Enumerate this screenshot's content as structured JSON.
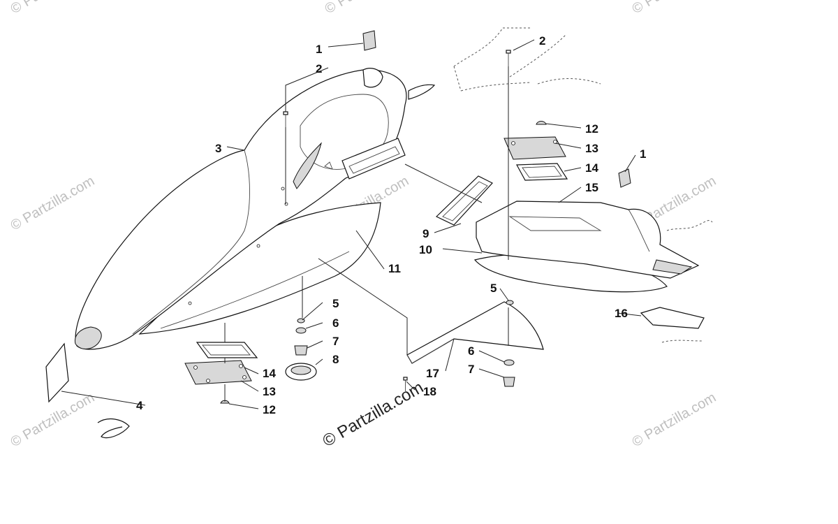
{
  "watermark": {
    "text": "© Partzilla.com",
    "center_text": "© Partzilla.com"
  },
  "callouts": {
    "c1a": "1",
    "c2a": "2",
    "c3": "3",
    "c4": "4",
    "c5a": "5",
    "c6a": "6",
    "c7a": "7",
    "c8": "8",
    "c9": "9",
    "c10": "10",
    "c11": "11",
    "c12a": "12",
    "c13a": "13",
    "c14a": "14",
    "c2b": "2",
    "c12b": "12",
    "c13b": "13",
    "c14b": "14",
    "c15": "15",
    "c1b": "1",
    "c5b": "5",
    "c6b": "6",
    "c7b": "7",
    "c16": "16",
    "c17": "17",
    "c18": "18"
  }
}
